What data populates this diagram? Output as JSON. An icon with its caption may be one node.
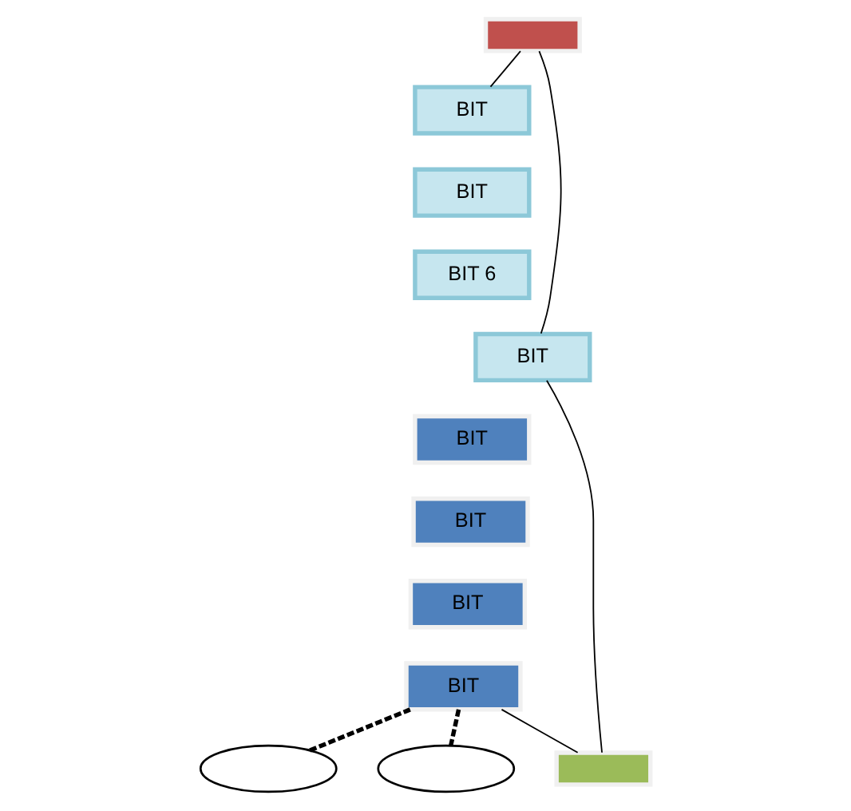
{
  "diagram": {
    "nodes": [
      {
        "text": [],
        "shape": "box"
      },
      {
        "text": [
          "BIT"
        ]
      },
      {
        "text": [
          "BIT"
        ]
      },
      {
        "text": [
          "BIT 6"
        ]
      },
      {
        "text": [
          "BIT"
        ]
      },
      {
        "text": [
          "BIT"
        ]
      },
      {
        "text": [
          "BIT"
        ]
      },
      {
        "text": [
          "BIT"
        ]
      },
      {
        "text": [
          "BIT"
        ]
      },
      {
        "text": [],
        "shape": "box"
      },
      {
        "text": [],
        "shape": "ellipse"
      },
      {
        "text": [],
        "shape": "ellipse"
      }
    ],
    "edges": [
      {
        "from": 0,
        "to": 1,
        "arrow": "none"
      },
      {
        "from": 0,
        "to": 4,
        "arrow": "none"
      },
      {
        "from": 4,
        "to": 9,
        "arrow": "none"
      },
      {
        "from": 8,
        "to": 9,
        "arrow": "none"
      },
      {
        "from": 8,
        "to": 10,
        "arrow": "none",
        "style": "dashed"
      },
      {
        "from": 8,
        "to": 11,
        "arrow": "none",
        "style": "dashed"
      }
    ]
  }
}
